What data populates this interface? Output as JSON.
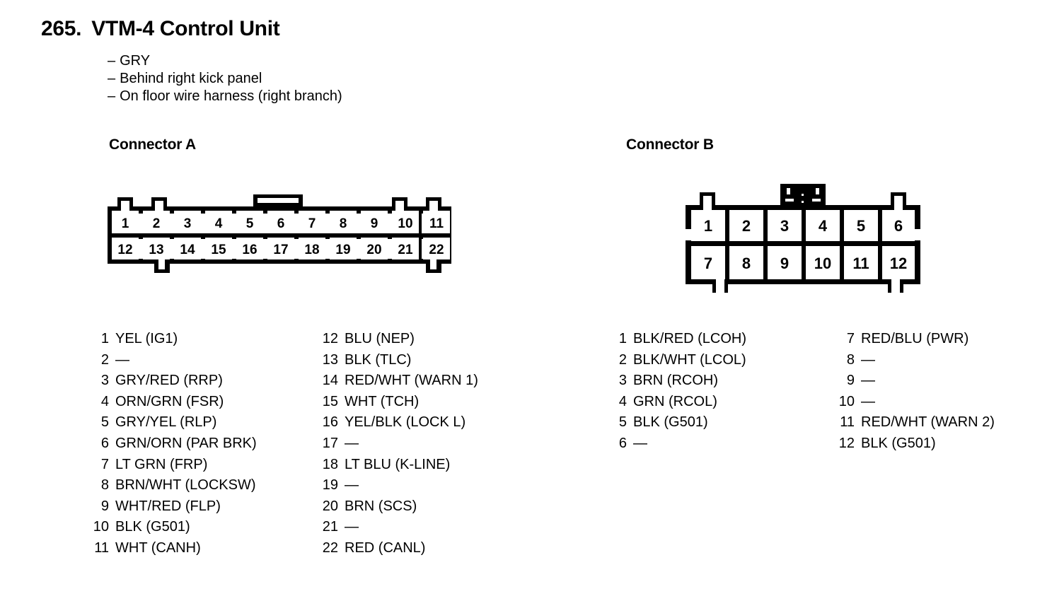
{
  "header": {
    "number": "265.",
    "title": "VTM-4 Control Unit",
    "bullets": [
      {
        "dash": "–",
        "text": "GRY"
      },
      {
        "dash": "–",
        "text": "Behind right kick panel"
      },
      {
        "dash": "–",
        "text": "On floor wire harness (right branch)"
      }
    ]
  },
  "connector_a": {
    "heading": "Connector A",
    "diagram": {
      "columns": 11,
      "rows": 2,
      "top_row_pins": [
        "1",
        "2",
        "3",
        "4",
        "5",
        "6",
        "7",
        "8",
        "9",
        "10",
        "11"
      ],
      "bottom_row_pins": [
        "12",
        "13",
        "14",
        "15",
        "16",
        "17",
        "18",
        "19",
        "20",
        "21",
        "22"
      ]
    },
    "pins": [
      {
        "num": "1",
        "label": "YEL (IG1)"
      },
      {
        "num": "2",
        "label": "—"
      },
      {
        "num": "3",
        "label": "GRY/RED (RRP)"
      },
      {
        "num": "4",
        "label": "ORN/GRN (FSR)"
      },
      {
        "num": "5",
        "label": "GRY/YEL (RLP)"
      },
      {
        "num": "6",
        "label": "GRN/ORN (PAR BRK)"
      },
      {
        "num": "7",
        "label": "LT GRN (FRP)"
      },
      {
        "num": "8",
        "label": "BRN/WHT (LOCKSW)"
      },
      {
        "num": "9",
        "label": "WHT/RED (FLP)"
      },
      {
        "num": "10",
        "label": "BLK (G501)"
      },
      {
        "num": "11",
        "label": "WHT (CANH)"
      },
      {
        "num": "12",
        "label": "BLU (NEP)"
      },
      {
        "num": "13",
        "label": "BLK (TLC)"
      },
      {
        "num": "14",
        "label": "RED/WHT (WARN 1)"
      },
      {
        "num": "15",
        "label": "WHT (TCH)"
      },
      {
        "num": "16",
        "label": "YEL/BLK (LOCK L)"
      },
      {
        "num": "17",
        "label": "—"
      },
      {
        "num": "18",
        "label": "LT BLU (K-LINE)"
      },
      {
        "num": "19",
        "label": "—"
      },
      {
        "num": "20",
        "label": "BRN (SCS)"
      },
      {
        "num": "21",
        "label": "—"
      },
      {
        "num": "22",
        "label": "RED (CANL)"
      }
    ]
  },
  "connector_b": {
    "heading": "Connector B",
    "diagram": {
      "columns": 6,
      "rows": 2,
      "top_row_pins": [
        "1",
        "2",
        "3",
        "4",
        "5",
        "6"
      ],
      "bottom_row_pins": [
        "7",
        "8",
        "9",
        "10",
        "11",
        "12"
      ]
    },
    "pins": [
      {
        "num": "1",
        "label": "BLK/RED (LCOH)"
      },
      {
        "num": "2",
        "label": "BLK/WHT (LCOL)"
      },
      {
        "num": "3",
        "label": "BRN (RCOH)"
      },
      {
        "num": "4",
        "label": "GRN (RCOL)"
      },
      {
        "num": "5",
        "label": "BLK (G501)"
      },
      {
        "num": "6",
        "label": "—"
      },
      {
        "num": "7",
        "label": "RED/BLU (PWR)"
      },
      {
        "num": "8",
        "label": "—"
      },
      {
        "num": "9",
        "label": "—"
      },
      {
        "num": "10",
        "label": "—"
      },
      {
        "num": "11",
        "label": "RED/WHT (WARN 2)"
      },
      {
        "num": "12",
        "label": "BLK (G501)"
      }
    ]
  },
  "colors": {
    "ink": "#000000",
    "paper": "#ffffff"
  }
}
